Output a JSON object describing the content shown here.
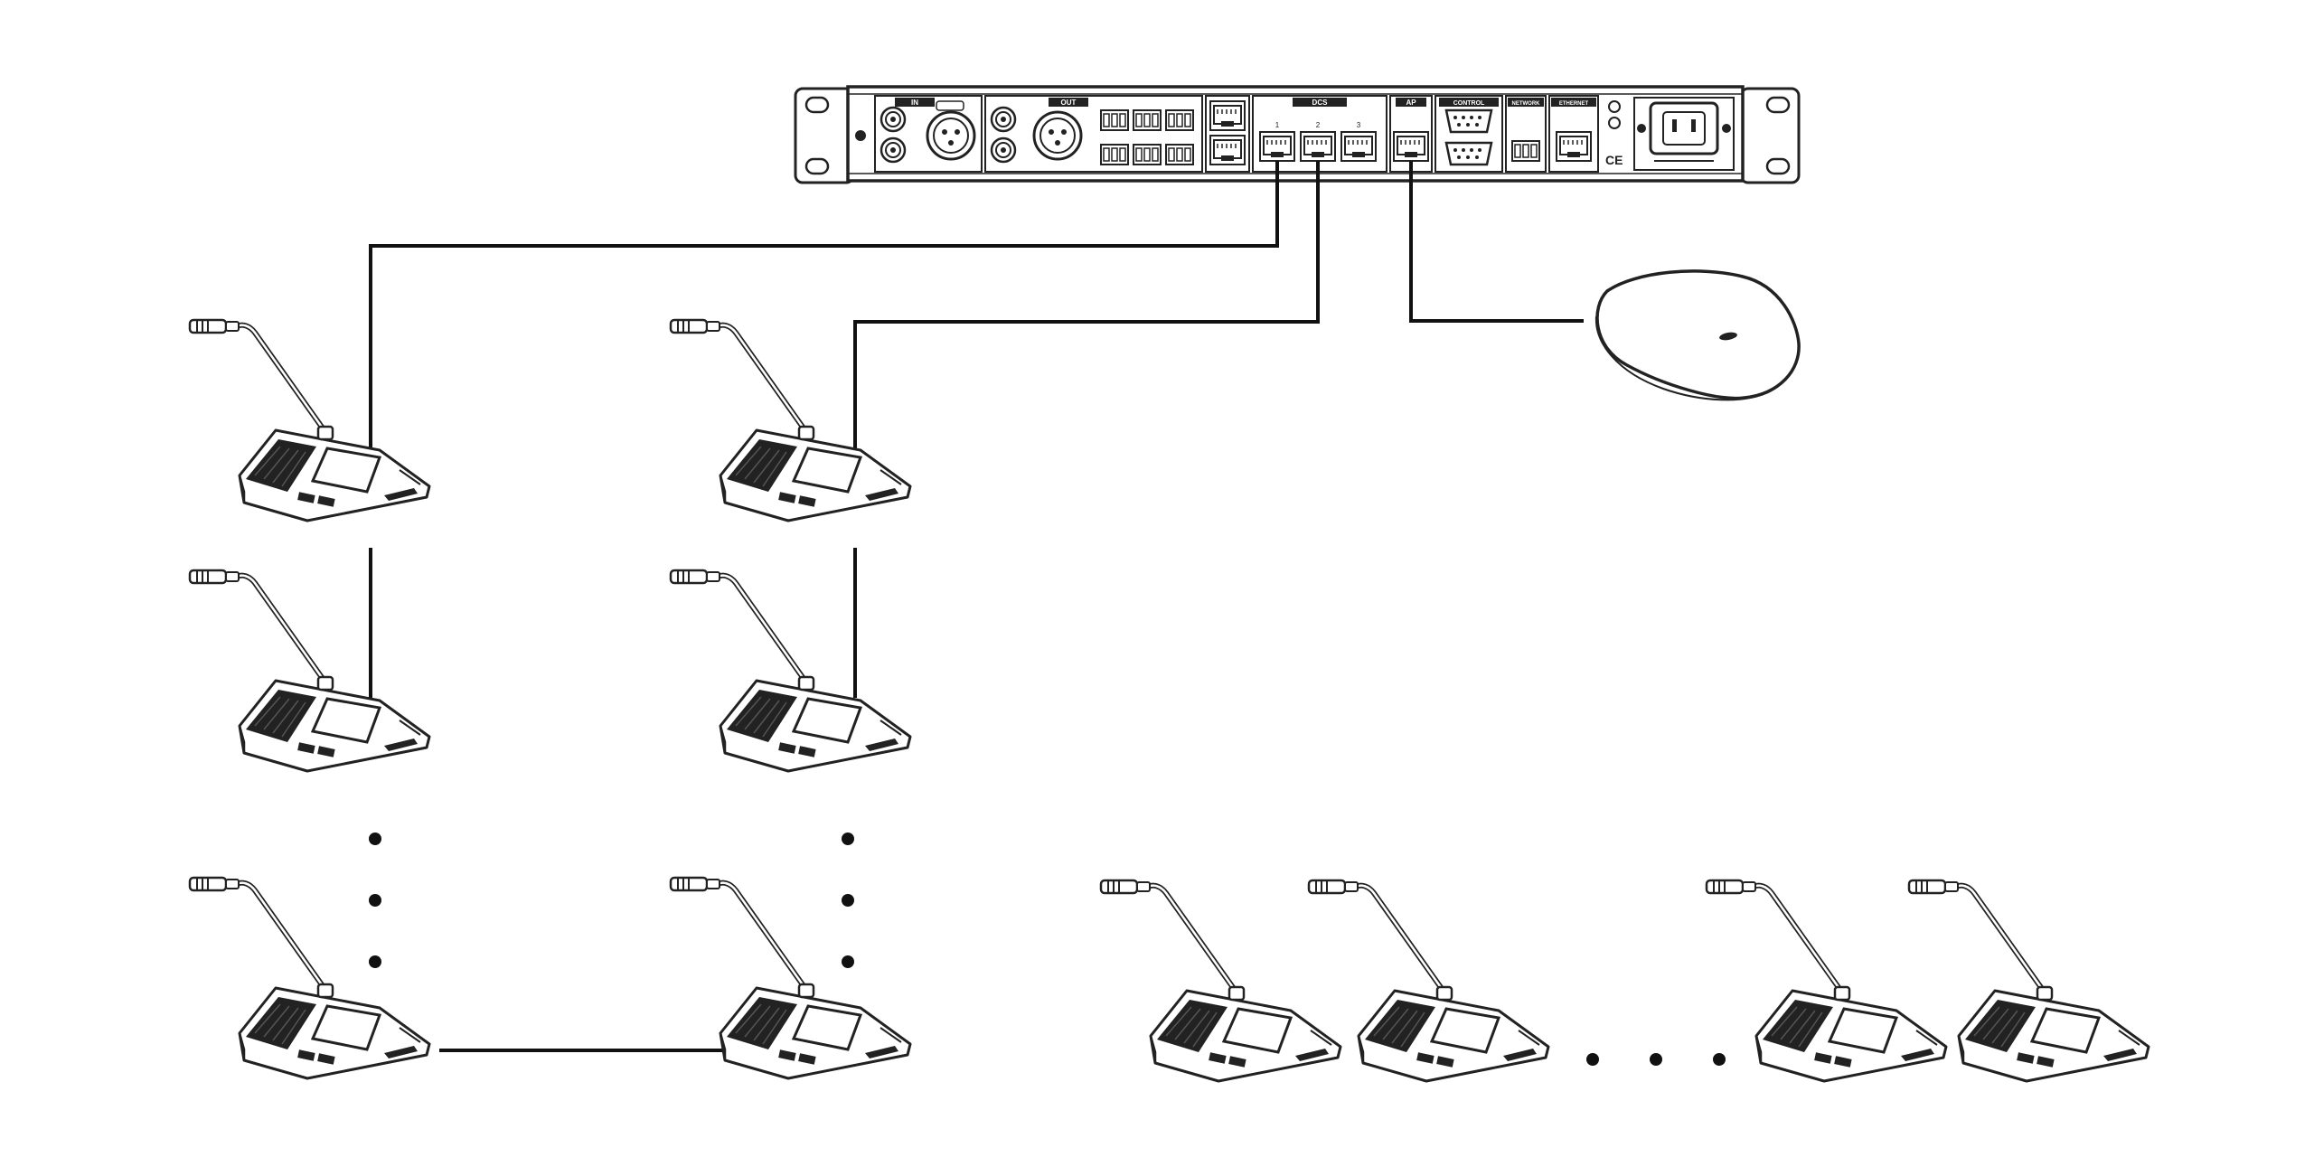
{
  "colors": {
    "line": "#111111",
    "device_fill": "#ffffff",
    "device_stroke": "#222222",
    "panel_dark": "#222222"
  },
  "rack_unit": {
    "sections": [
      {
        "key": "in",
        "label": "IN"
      },
      {
        "key": "out",
        "label": "OUT"
      },
      {
        "key": "dcs",
        "label": "DCS"
      },
      {
        "key": "ap",
        "label": "AP"
      },
      {
        "key": "control",
        "label": "CONTROL"
      },
      {
        "key": "network",
        "label": "NETWORK"
      },
      {
        "key": "ethernet",
        "label": "ETHERNET"
      }
    ],
    "dcs_port_numbers": [
      "1",
      "2",
      "3"
    ],
    "ce_mark": "CE"
  },
  "topology": {
    "chain_1_units": 3,
    "chain_2_units": 3,
    "wireless_units": 4,
    "ellipsis": "• • •"
  },
  "icons": {
    "microphone_unit": "conference-microphone-icon",
    "access_point": "wireless-access-point-icon",
    "continuation": "ellipsis-dots-icon"
  }
}
